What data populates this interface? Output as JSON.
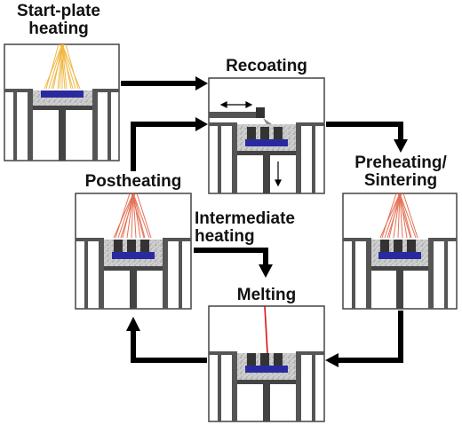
{
  "stages": [
    {
      "id": "start-plate-heating",
      "lines": [
        "Start-plate",
        "heating"
      ],
      "beam": "fan-yellow",
      "powder_blocks": false
    },
    {
      "id": "recoating",
      "lines": [
        "Recoating"
      ],
      "beam": "none",
      "powder_blocks": true
    },
    {
      "id": "preheating-sintering",
      "lines": [
        "Preheating/",
        "Sintering"
      ],
      "beam": "fan-red",
      "powder_blocks": true
    },
    {
      "id": "melting",
      "lines": [
        "Melting"
      ],
      "beam": "line-red",
      "powder_blocks": true
    },
    {
      "id": "postheating",
      "lines": [
        "Postheating"
      ],
      "beam": "fan-red",
      "powder_blocks": true
    }
  ],
  "branch_label": [
    "Intermediate",
    "heating"
  ],
  "colors": {
    "plate": "#2a2aa0",
    "powder": "#c9c9c9",
    "blocks": "#333333",
    "wall": "#3a3a3a",
    "yellow_beam": "#f0b030",
    "red_beam": "#e05a3a",
    "laser": "#e01010",
    "arrow": "#000000"
  }
}
